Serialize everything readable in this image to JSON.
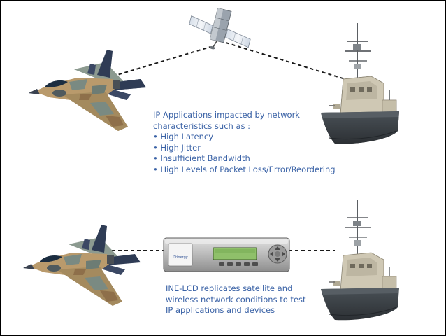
{
  "top_caption": {
    "intro_line1": "IP Applications impacted by network",
    "intro_line2": "characteristics such as :",
    "bullets": [
      "High Latency",
      "High Jitter",
      "Insufficient Bandwidth",
      "High Levels of Packet Loss/Error/Reordering"
    ]
  },
  "bottom_caption": {
    "line1": "INE-LCD replicates satellite and",
    "line2": "wireless network conditions to test",
    "line3": "IP applications and devices"
  },
  "device": {
    "brand_label": "iTrinergy"
  },
  "colors": {
    "caption_text": "#3a62a6",
    "link_line": "#1a1a1a",
    "jet_camo_tan": "#b99a6c",
    "jet_camo_gray": "#7a8a82",
    "ship_hull": "#3b4146",
    "ship_superstructure": "#cfc8b4",
    "lcd_screen": "#8fc06a"
  },
  "icons": {
    "satellite": "satellite-icon",
    "jet": "fighter-jet-icon",
    "ship": "warship-icon",
    "device": "network-emulator-device"
  }
}
